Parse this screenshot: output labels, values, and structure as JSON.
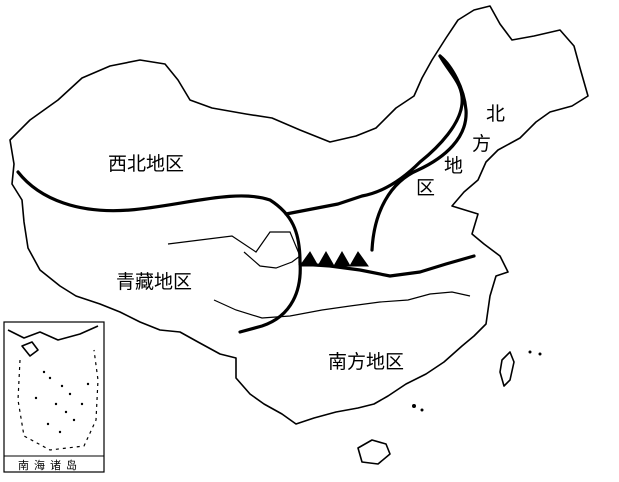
{
  "map": {
    "regions": {
      "northwest": "西北地区",
      "qinghai_tibet": "青藏地区",
      "south": "南方地区",
      "north_chars": [
        "北",
        "方",
        "地",
        "区"
      ]
    },
    "inset": {
      "title": "南海诸岛"
    },
    "colors": {
      "line": "#000000",
      "background": "#ffffff"
    }
  }
}
